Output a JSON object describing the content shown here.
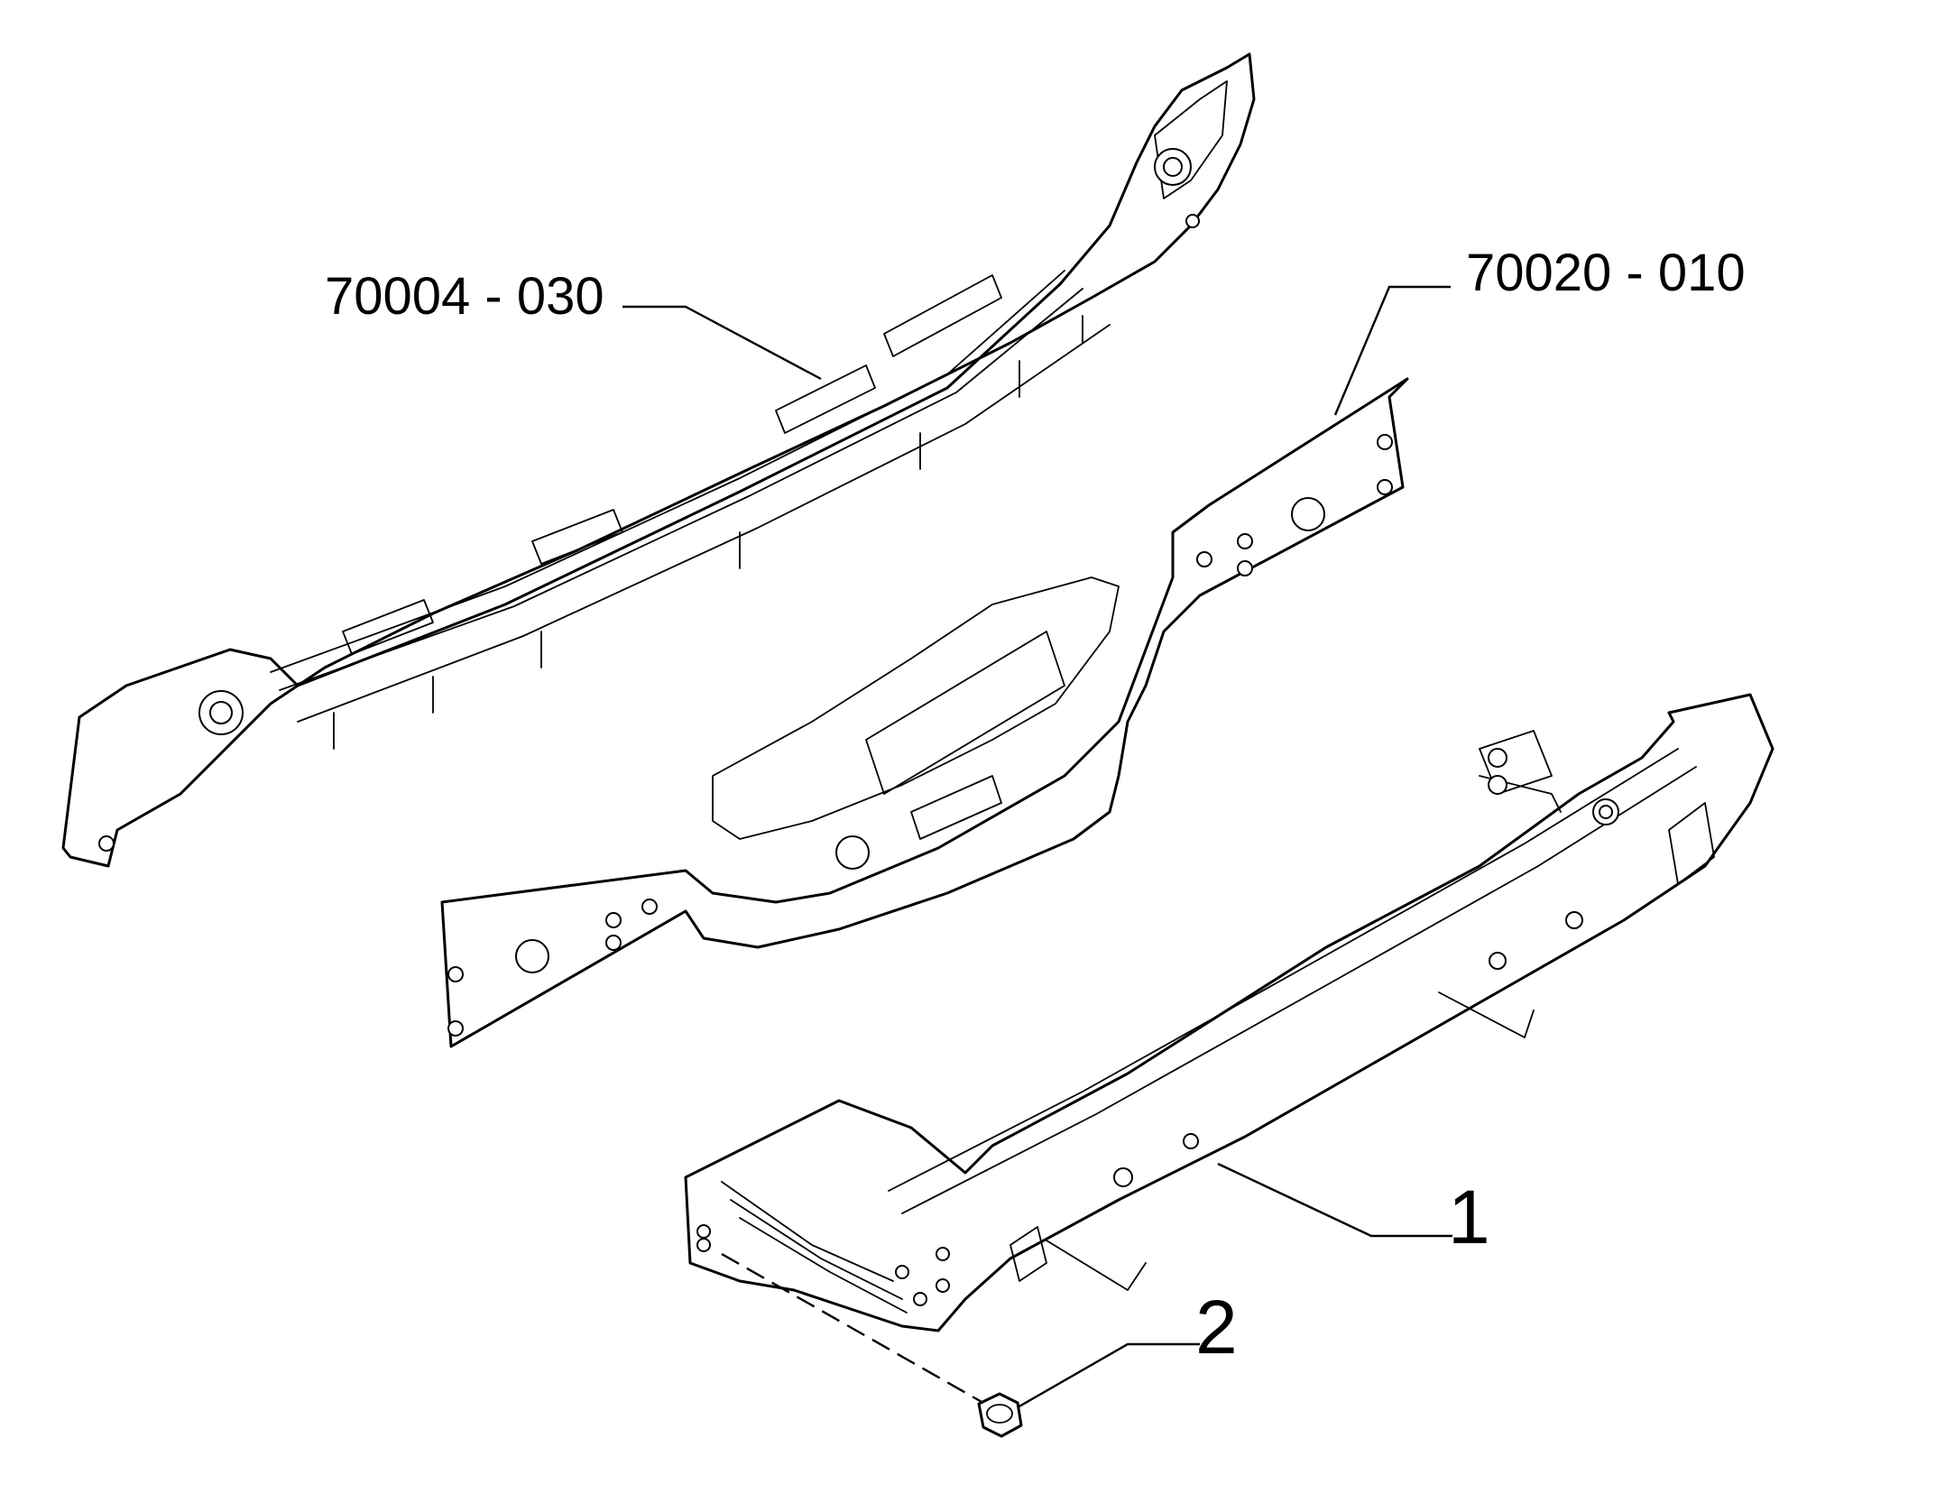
{
  "colors": {
    "line": "#000000",
    "background": "#ffffff"
  },
  "callouts": [
    {
      "id": "upper-crossmember",
      "text": "70004 - 030"
    },
    {
      "id": "panel-plate",
      "text": "70020 - 010"
    },
    {
      "id": "bumper-beam",
      "text": "1"
    },
    {
      "id": "nut",
      "text": "2"
    }
  ]
}
